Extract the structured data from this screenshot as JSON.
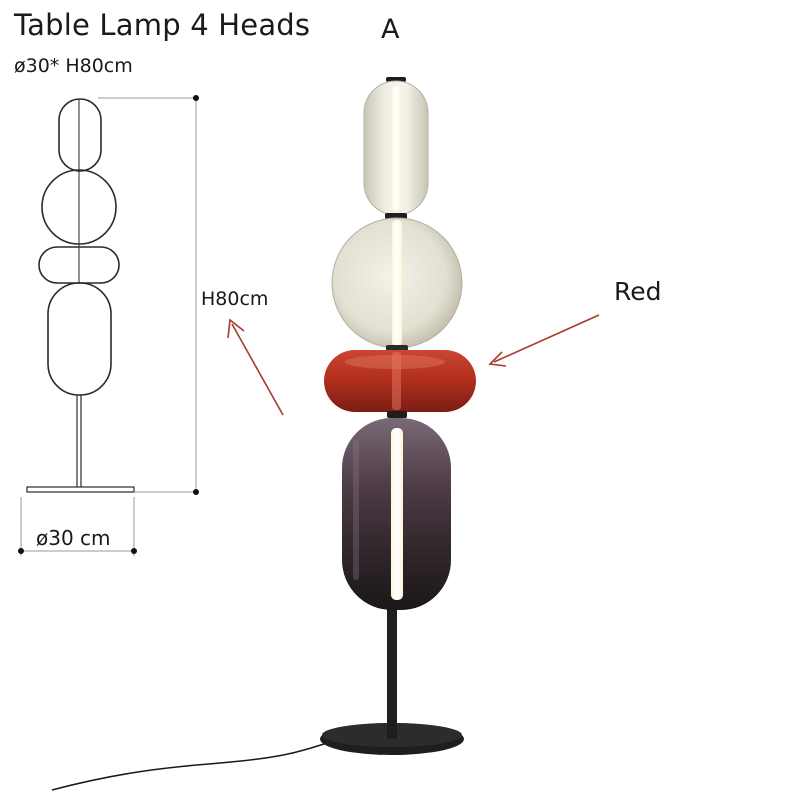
{
  "product": {
    "title": "Table Lamp 4  Heads",
    "dimensions": "ø30* H80cm",
    "variant": "A",
    "color_name": "Red"
  },
  "diagram": {
    "height_label": "H80cm",
    "diameter_label": "ø30 cm"
  },
  "colors": {
    "annotation_arrow": "#a83a2c",
    "shade_clear": "#ecebe0",
    "shade_red": "#b1301f",
    "shade_smoke": "#3a2a33",
    "stand_metal": "#1e1e1e"
  }
}
